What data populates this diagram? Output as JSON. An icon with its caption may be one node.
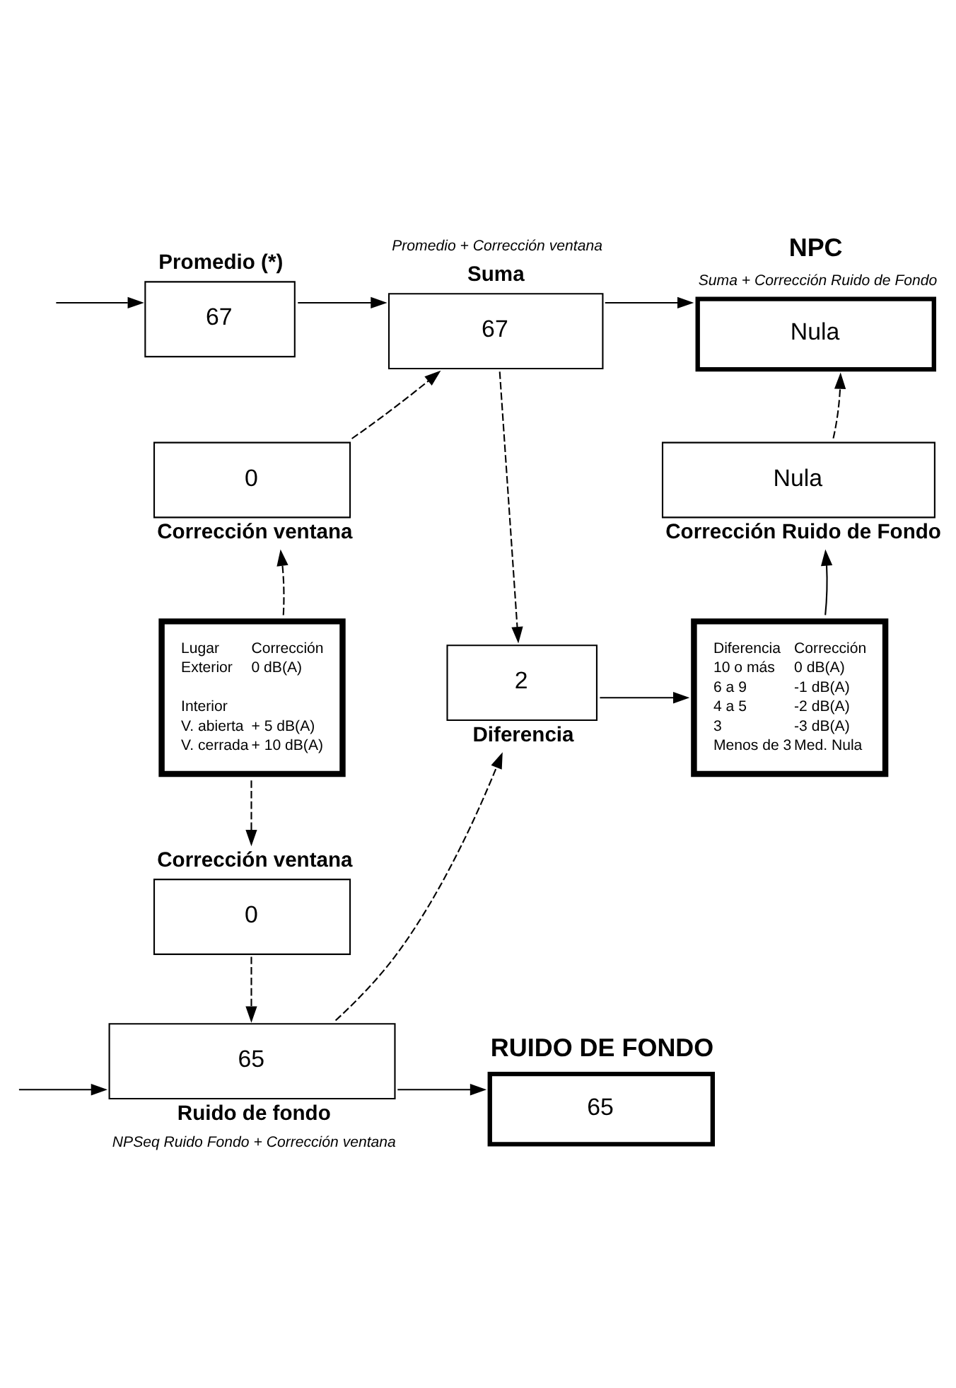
{
  "diagram": {
    "nodes": [
      {
        "text": [
          "Promedio (*)",
          "67"
        ]
      },
      {
        "text": [
          "Promedio + Corrección ventana",
          "Suma",
          "67"
        ]
      },
      {
        "text": [
          "NPC",
          "Suma + Corrección Ruido de Fondo",
          "Nula"
        ]
      },
      {
        "text": [
          "0",
          "Corrección ventana"
        ]
      },
      {
        "text": [
          "Nula",
          "Corrección Ruido de Fondo"
        ]
      },
      {
        "text": [
          "Lugar",
          "Corrección",
          "Exterior",
          "0 dB(A)",
          "Interior",
          "V. abierta",
          "+ 5 dB(A)",
          "V. cerrada",
          "+ 10 dB(A)"
        ]
      },
      {
        "text": [
          "2",
          "Diferencia"
        ]
      },
      {
        "text": [
          "Diferencia",
          "Corrección",
          "10 o más",
          "0 dB(A)",
          "6 a 9",
          "-1 dB(A)",
          "4 a 5",
          "-2 dB(A)",
          "3",
          "-3 dB(A)",
          "Menos de 3",
          "Med. Nula"
        ]
      },
      {
        "text": [
          "Corrección ventana",
          "0"
        ]
      },
      {
        "text": [
          "65",
          "Ruido de fondo",
          "NPSeq Ruido Fondo + Corrección ventana"
        ]
      },
      {
        "text": [
          "RUIDO DE FONDO",
          "65"
        ]
      }
    ],
    "edges": [
      {
        "from": null,
        "to": 0,
        "arrow": "to"
      },
      {
        "from": 0,
        "to": 1,
        "arrow": "to"
      },
      {
        "from": 1,
        "to": 2,
        "arrow": "to"
      },
      {
        "from": 3,
        "to": 1,
        "arrow": "to",
        "style": "dashed"
      },
      {
        "from": 4,
        "to": 2,
        "arrow": "to",
        "style": "dashed"
      },
      {
        "from": 5,
        "to": 3,
        "arrow": "to",
        "style": "dashed"
      },
      {
        "from": 7,
        "to": 4,
        "arrow": "to"
      },
      {
        "from": 1,
        "to": 6,
        "arrow": "to",
        "style": "dashed"
      },
      {
        "from": 6,
        "to": 7,
        "arrow": "to"
      },
      {
        "from": 5,
        "to": 8,
        "arrow": "to",
        "style": "dashed"
      },
      {
        "from": 8,
        "to": 9,
        "arrow": "to",
        "style": "dashed"
      },
      {
        "from": null,
        "to": 9,
        "arrow": "to"
      },
      {
        "from": 9,
        "to": 10,
        "arrow": "to"
      },
      {
        "from": 9,
        "to": 6,
        "arrow": "to",
        "style": "dashed"
      }
    ]
  }
}
